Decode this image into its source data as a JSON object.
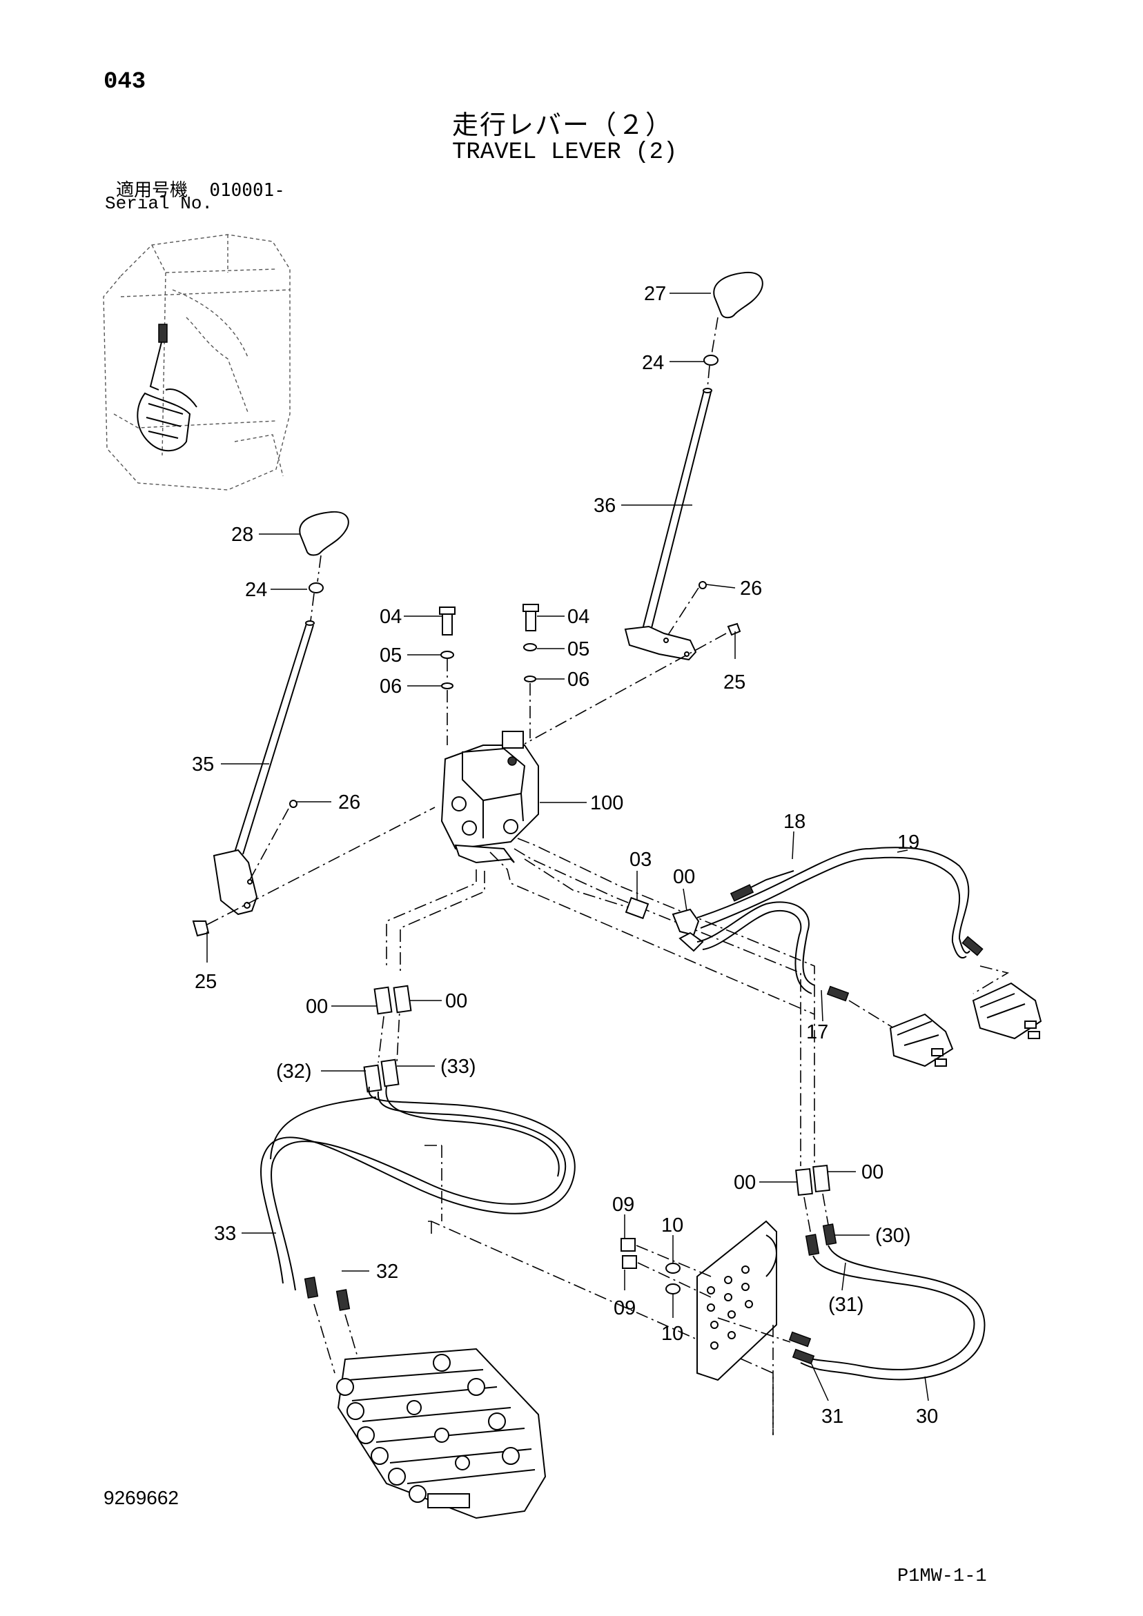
{
  "header": {
    "page_number": "043",
    "title_jp": "走行レバー（２）",
    "title_en": "TRAVEL LEVER (2)",
    "serial_label_jp": "適用号機",
    "serial_range": "010001-",
    "serial_label_en": "Serial No."
  },
  "footer": {
    "doc_number": "9269662",
    "page_code": "P1MW-1-1"
  },
  "callouts": {
    "c27": "27",
    "c24a": "24",
    "c36": "36",
    "c26a": "26",
    "c25a": "25",
    "c28": "28",
    "c24b": "24",
    "c04a": "04",
    "c04b": "04",
    "c05a": "05",
    "c05b": "05",
    "c06a": "06",
    "c06b": "06",
    "c35": "35",
    "c26b": "26",
    "c100": "100",
    "c18": "18",
    "c19": "19",
    "c03": "03",
    "c00a": "00",
    "c25b": "25",
    "c00b": "00",
    "c00c": "00",
    "c17": "17",
    "c32p": "(32)",
    "c33p": "(33)",
    "c00d": "00",
    "c00e": "00",
    "c09a": "09",
    "c10a": "10",
    "c30p": "(30)",
    "c33": "33",
    "c32": "32",
    "c09b": "09",
    "c10b": "10",
    "c31p": "(31)",
    "c31": "31",
    "c30": "30"
  }
}
